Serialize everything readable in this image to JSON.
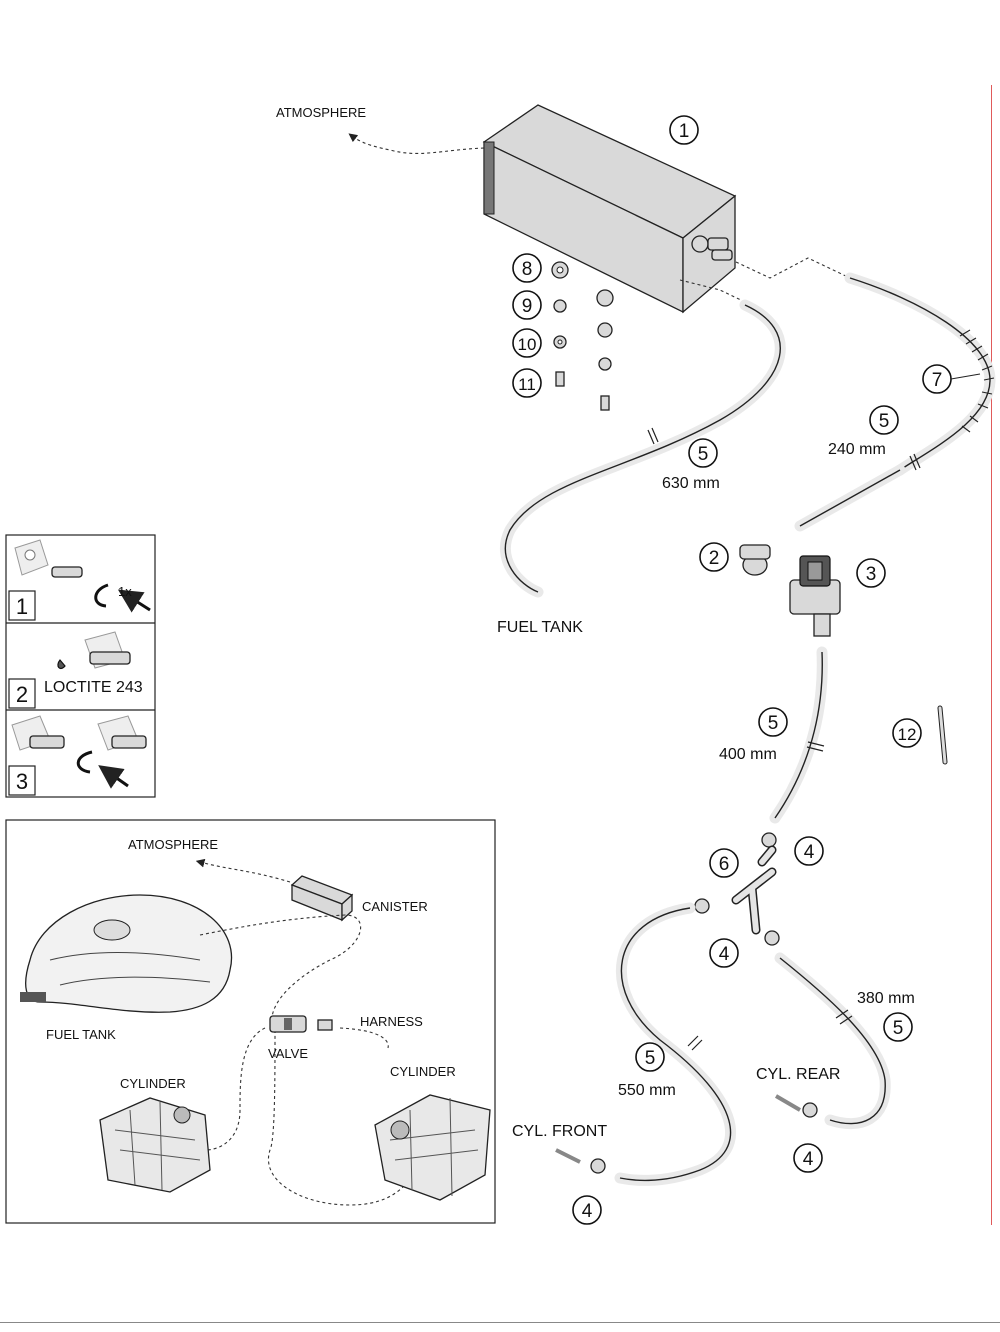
{
  "main_diagram": {
    "atmosphere_label": "ATMOSPHERE",
    "fuel_tank_label": "FUEL TANK",
    "cyl_front_label": "CYL. FRONT",
    "cyl_rear_label": "CYL. REAR",
    "callouts": {
      "n1": "1",
      "n2": "2",
      "n3": "3",
      "n4": "4",
      "n5": "5",
      "n6": "6",
      "n7": "7",
      "n8": "8",
      "n9": "9",
      "n10": "10",
      "n11": "11",
      "n12": "12"
    },
    "hose_lengths": {
      "h630": "630 mm",
      "h240": "240 mm",
      "h400": "400 mm",
      "h380": "380 mm",
      "h550": "550 mm"
    }
  },
  "steps": {
    "step1": {
      "number": "1",
      "annotation": "1x"
    },
    "step2": {
      "number": "2",
      "text": "LOCTITE 243"
    },
    "step3": {
      "number": "3"
    }
  },
  "schematic": {
    "atmosphere": "ATMOSPHERE",
    "canister": "CANISTER",
    "fuel_tank": "FUEL TANK",
    "harness": "HARNESS",
    "valve": "VALVE",
    "cylinder_left": "CYLINDER",
    "cylinder_right": "CYLINDER"
  }
}
